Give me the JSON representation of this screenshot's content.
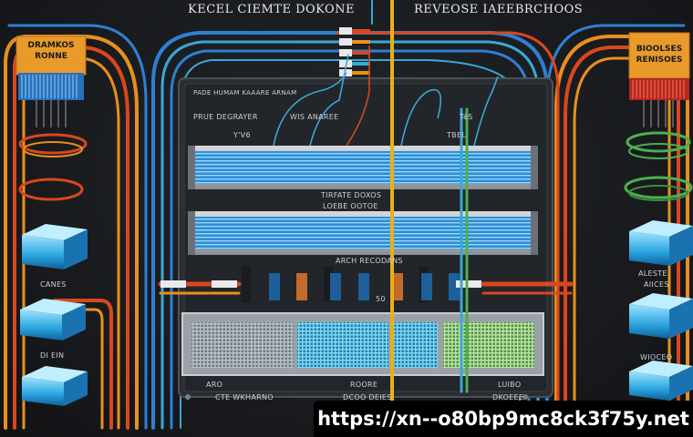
{
  "header": {
    "left_title": "KECEL CIEMTE DOKONE",
    "right_title": "REVEOSE IAEEBRCHOOS"
  },
  "left_module": {
    "tag_text": "DRAMKOS\nRONNE",
    "label_1": "CANES",
    "label_2": "DI EIN"
  },
  "right_module": {
    "tag_text": "BIOOLSES\nRENISOES",
    "label_1": "ALESTE",
    "label_2": "AIICES",
    "label_3": "WIOCEO"
  },
  "panel_labels": {
    "row_top_1": "PADE HUMAM KAAARE ARNAM",
    "row_top_2": "PRUE DEGRAYER",
    "row_top_3": "WIS ANAREE",
    "row_top_4": "Y'V6",
    "row_top_5": "TBEL",
    "row_top_6": "TèS",
    "rack_1_caption": "TIRFATE DOXOS",
    "rack_2_caption": "LOEBE OOTOE",
    "rack_3_caption": "ARCH RECODANS",
    "port_number": "50",
    "bottom_1": "ARO",
    "bottom_2": "CTE WKHARNO",
    "bottom_3": "ROORE",
    "bottom_4": "DCOO DEIES",
    "bottom_5": "LUIBO",
    "bottom_6": "DKOEEE"
  },
  "watermark": "https://xn--o80bp9mc8ck3f75y.net",
  "colors": {
    "background": "#17191c",
    "orange": "#e8901c",
    "red_orange": "#d9471e",
    "blue": "#2f7fd3",
    "cyan": "#3aa7d6",
    "green": "#4caf50",
    "yellow": "#e9b01c"
  }
}
